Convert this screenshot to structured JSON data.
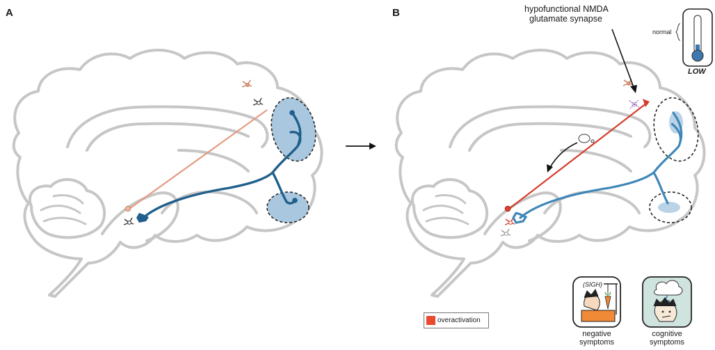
{
  "panels": {
    "a_label": "A",
    "b_label": "B"
  },
  "callout": {
    "line1": "hypofunctional NMDA",
    "line2": "glutamate synapse"
  },
  "thermometer": {
    "normal_label": "normal",
    "level_label": "LOW",
    "level_fraction": 0.25
  },
  "legend": {
    "swatch_color": "#ea4b2e",
    "label": "overactivation"
  },
  "symptoms": {
    "negative": {
      "line1": "negative",
      "line2": "symptoms",
      "sigh": "(SIGH)"
    },
    "cognitive": {
      "line1": "cognitive",
      "line2": "symptoms"
    }
  },
  "colors": {
    "brain_outline": "#c6c6c6",
    "dopamine_pathway": "#1f5f8b",
    "glutamate_normal": "#e59a80",
    "glutamate_overactive": "#d63a2b",
    "target_region_fill": "#a9c8e0",
    "cognitive_panel_bg": "#cfe3df"
  }
}
